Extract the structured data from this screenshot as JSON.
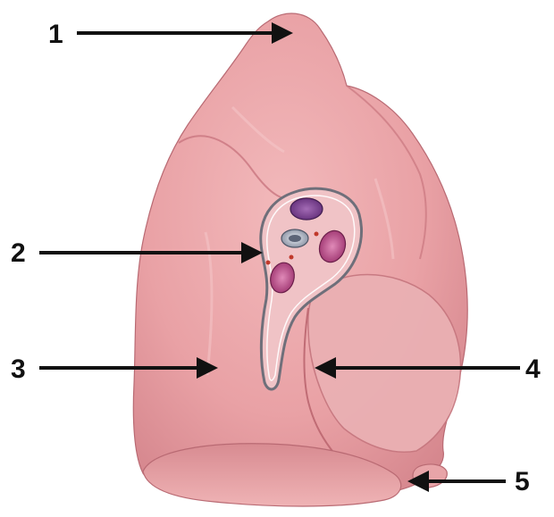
{
  "figure": {
    "labels": [
      {
        "id": "1",
        "text": "1"
      },
      {
        "id": "2",
        "text": "2"
      },
      {
        "id": "3",
        "text": "3"
      },
      {
        "id": "4",
        "text": "4"
      },
      {
        "id": "5",
        "text": "5"
      }
    ]
  },
  "colors": {
    "lung_fill": "#e9a1a5",
    "lung_shade": "#cf7f86",
    "lung_highlight": "#f4c2c4",
    "hilum_outline": "#6f6f7a",
    "vessel_purple": "#7b3f8f",
    "vessel_magenta": "#b0407f",
    "bronchus_gray": "#9aa3b3",
    "arrow": "#111111"
  }
}
